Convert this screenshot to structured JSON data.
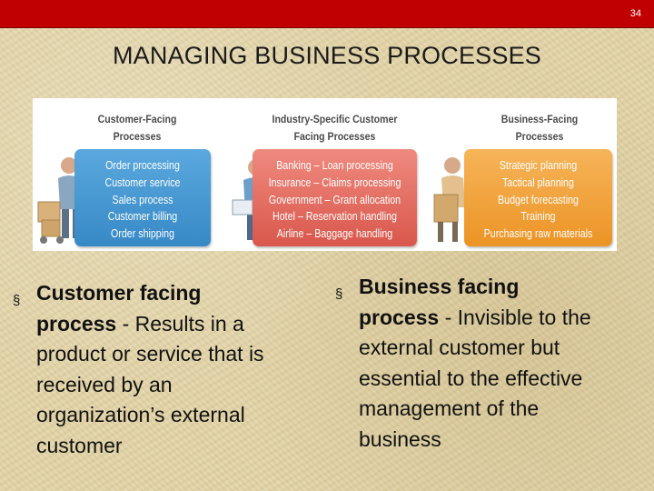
{
  "slide": {
    "number": "34",
    "title": "MANAGING BUSINESS PROCESSES"
  },
  "figure": {
    "columns": [
      {
        "heading_line1": "Customer-Facing",
        "heading_line2": "Processes",
        "color": "#3a8cc9",
        "items": [
          "Order processing",
          "Customer service",
          "Sales process",
          "Customer billing",
          "Order shipping"
        ]
      },
      {
        "heading_line1": "Industry-Specific Customer",
        "heading_line2": "Facing Processes",
        "color": "#e06a60",
        "items": [
          "Banking – Loan processing",
          "Insurance – Claims processing",
          "Government – Grant allocation",
          "Hotel – Reservation handling",
          "Airline – Baggage handling"
        ]
      },
      {
        "heading_line1": "Business-Facing",
        "heading_line2": "Processes",
        "color": "#f0a032",
        "items": [
          "Strategic planning",
          "Tactical planning",
          "Budget forecasting",
          "Training",
          "Purchasing raw materials"
        ]
      }
    ]
  },
  "bullets": {
    "marker": "§",
    "left": {
      "term_line1": "Customer facing",
      "term_line2": "process",
      "line2_rest": " - Results in a",
      "line3": "product or service that is",
      "line4": "received by an",
      "line5": "organization’s external",
      "line6": "customer"
    },
    "right": {
      "term_line1": "Business facing",
      "term_line2": "process",
      "line2_rest": " - Invisible to the",
      "line3": "external customer but",
      "line4": "essential to the effective",
      "line5": "management of the",
      "line6": "business"
    }
  },
  "colors": {
    "top_bar": "#c00000",
    "background": "#e3d5a9"
  }
}
